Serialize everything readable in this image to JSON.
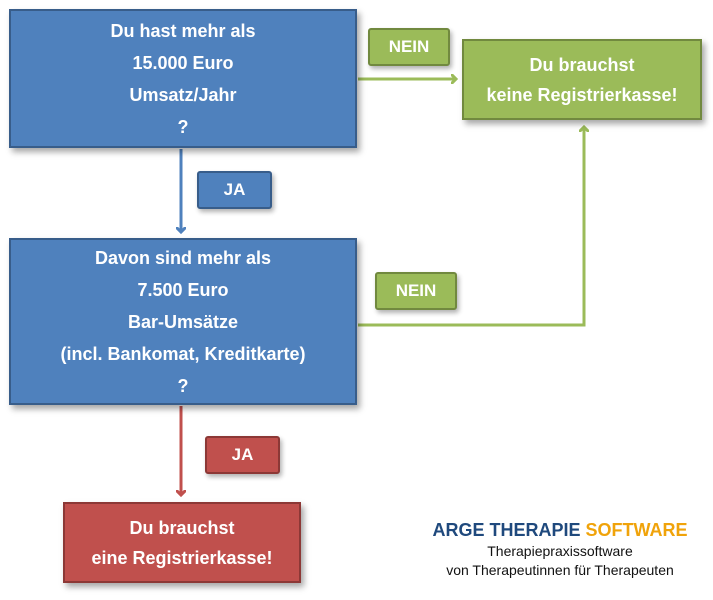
{
  "colors": {
    "blue": "#4f81bd",
    "green": "#9bbb59",
    "red": "#c0504d",
    "brand_blue": "#1f497d",
    "brand_orange": "#f0a30a"
  },
  "question1": {
    "lines": [
      "Du hast mehr als",
      "15.000 Euro",
      "Umsatz/Jahr",
      "?"
    ]
  },
  "question2": {
    "lines": [
      "Davon sind mehr als",
      "7.500 Euro",
      "Bar-Umsätze",
      "(incl. Bankomat, Kreditkarte)",
      "?"
    ]
  },
  "result_no_register": {
    "lines": [
      "Du brauchst",
      "keine Registrierkasse!"
    ]
  },
  "result_register": {
    "lines": [
      "Du brauchst",
      "eine Registrierkasse!"
    ]
  },
  "edges": {
    "q1_no": "NEIN",
    "q1_yes": "JA",
    "q2_no": "NEIN",
    "q2_yes": "JA"
  },
  "brand": {
    "title_part1": "ARGE THERAPIE",
    "title_part2": "SOFTWARE",
    "line1": "Therapiepraxissoftware",
    "line2": "von Therapeutinnen für Therapeuten"
  }
}
